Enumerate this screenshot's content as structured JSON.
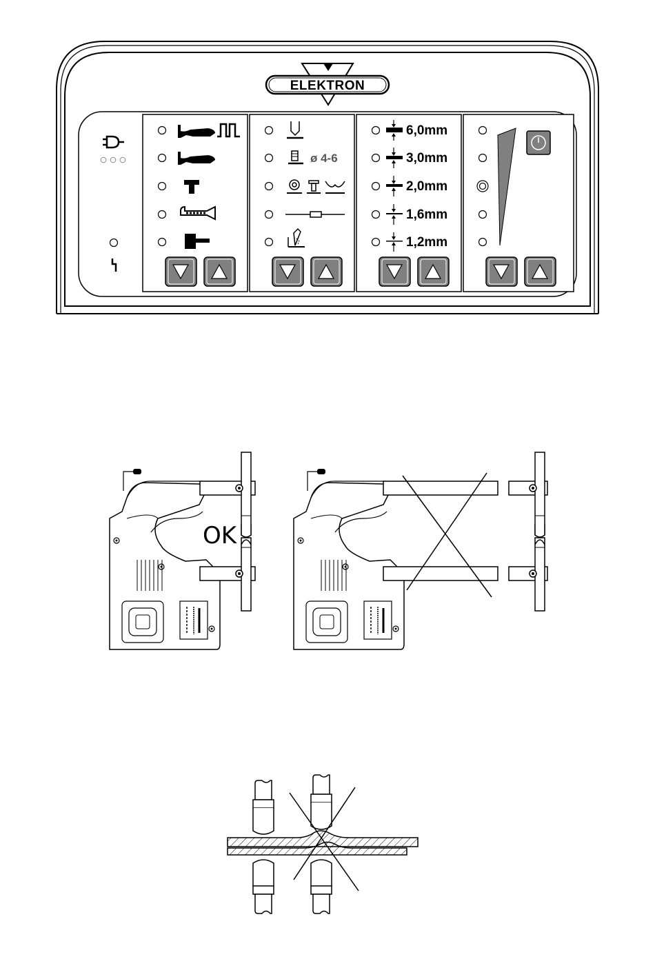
{
  "panel": {
    "brand": "ELEKTRON",
    "size_labels": [
      "6,0mm",
      "3,0mm",
      "2,0mm",
      "1,6mm",
      "1,2mm"
    ],
    "diameter_label": "ø 4-6",
    "buttons": {
      "down": "decrease",
      "up": "increase"
    },
    "icons": {
      "mains": "mains-plug-icon",
      "fault": "lightning-icon",
      "timer": "clock-icon"
    }
  },
  "guns": {
    "ok_label": "OK"
  },
  "colors": {
    "line": "#000000",
    "panel_fill": "#ffffff",
    "button_fill": "#808080",
    "timer_fill": "#808080",
    "section_fill": "#e0e0e0",
    "grey_text": "#555555"
  }
}
